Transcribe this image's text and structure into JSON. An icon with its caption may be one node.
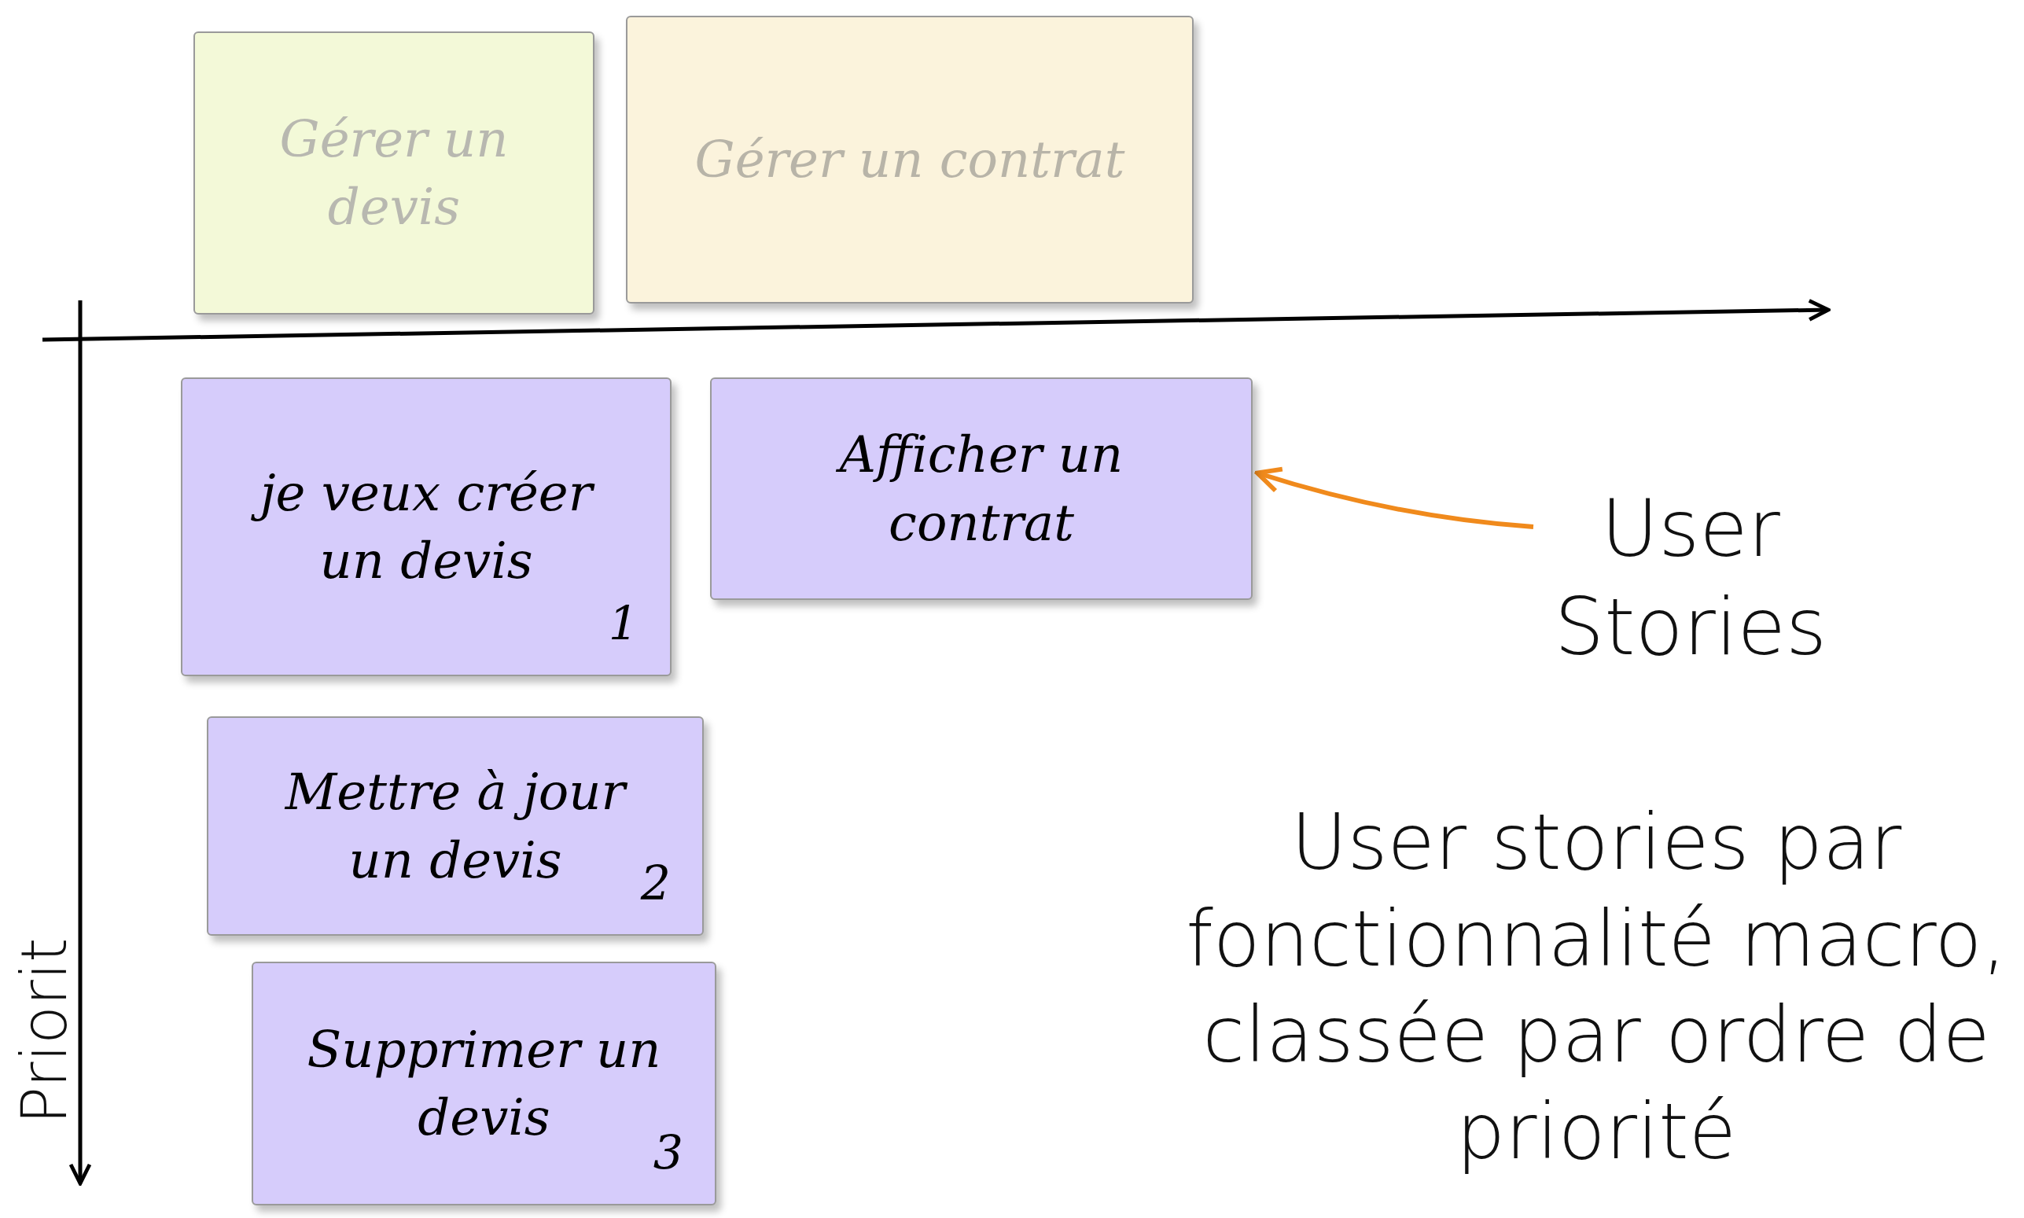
{
  "diagram": {
    "nodes": [
      {
        "text": [
          "Gérer un devis"
        ]
      },
      {
        "text": [
          "Gérer un contrat"
        ]
      },
      {
        "text": [
          "je veux créer un devis",
          "1"
        ]
      },
      {
        "text": [
          "Afficher un contrat"
        ]
      },
      {
        "text": [
          "Mettre à jour un devis",
          "2"
        ]
      },
      {
        "text": [
          "Supprimer un devis",
          "3"
        ]
      },
      {
        "text": [
          "User Stories"
        ]
      }
    ],
    "edges": [
      {
        "from": 6,
        "to": 3,
        "arrow": "to",
        "color": "#f08a1c"
      }
    ],
    "labels": [
      "Priorit",
      "User stories par fonctionnalité macro, classée par ordre de priorité"
    ]
  }
}
